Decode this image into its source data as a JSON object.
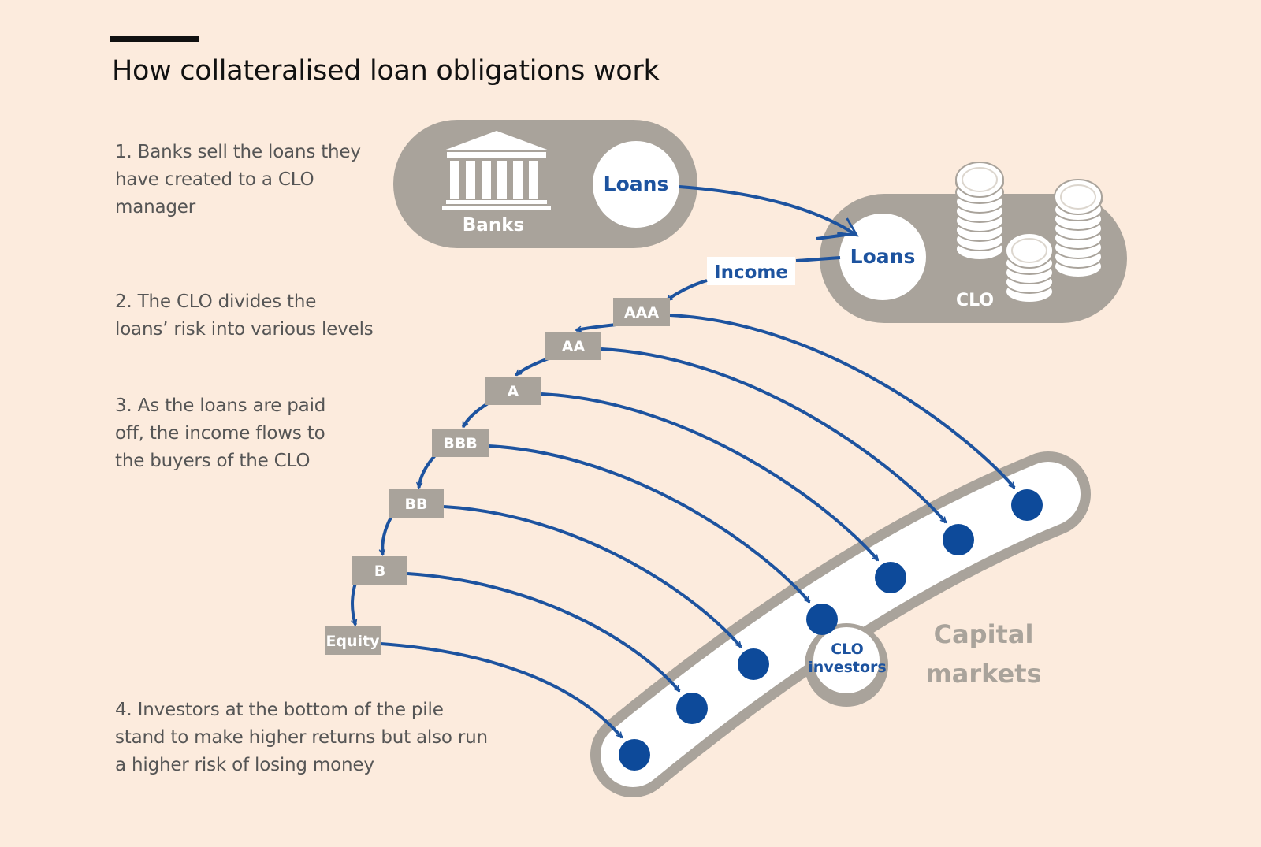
{
  "title": "How collateralised loan obligations work",
  "steps": [
    {
      "lines": [
        "1. Banks sell the loans they",
        "have created to a CLO",
        "manager"
      ]
    },
    {
      "lines": [
        "2. The CLO divides the",
        "loans’ risk into various levels"
      ]
    },
    {
      "lines": [
        "3. As the loans are paid",
        "off, the income flows to",
        "the buyers of the CLO"
      ]
    },
    {
      "lines": [
        "4. Investors at the bottom of the pile",
        "stand to make higher returns but also run",
        "a higher risk of losing money"
      ]
    }
  ],
  "banks": {
    "label": "Banks",
    "loans": "Loans",
    "icon": "bank-building-icon"
  },
  "clo": {
    "label": "CLO",
    "loans": "Loans",
    "icon": "coin-stack-icon"
  },
  "income_label": "Income",
  "tranches": [
    "AAA",
    "AA",
    "A",
    "BBB",
    "BB",
    "B",
    "Equity"
  ],
  "investors_label": [
    "CLO",
    "investors"
  ],
  "capital_markets_label": [
    "Capital",
    "markets"
  ],
  "colors": {
    "background": "#fcebdd",
    "grey": "#a9a39b",
    "blue": "#1d539f",
    "dot": "#0d4a9a",
    "text": "#555555"
  }
}
